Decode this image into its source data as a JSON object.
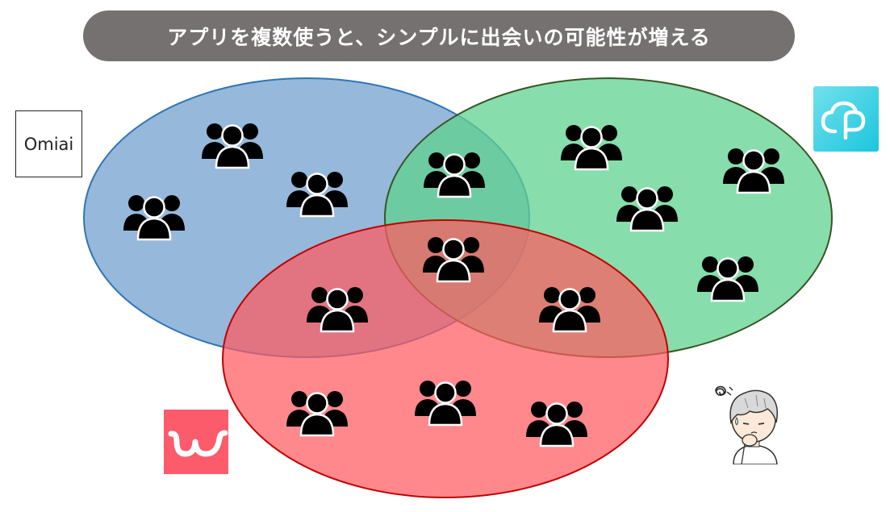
{
  "title": "アプリを複数使うと、シンプルに出会いの可能性が増える",
  "colors": {
    "banner": "#767171",
    "circle_omiai": "#6e9ccc",
    "circle_pairs": "#5fd18f",
    "circle_with": "#ff5a5f",
    "people": "#000000"
  },
  "apps": [
    {
      "name": "Omiai",
      "logo_text": "Omiai",
      "icon": "omiai-logo"
    },
    {
      "name": "Pairs",
      "icon": "pairs-cloud-p-logo"
    },
    {
      "name": "with",
      "icon": "with-w-logo"
    }
  ],
  "venn_sets": [
    "Omiai",
    "Pairs",
    "with"
  ],
  "people_groups": {
    "omiai_only": 3,
    "pairs_only": 4,
    "with_only": 3,
    "omiai_pairs": 1,
    "omiai_with": 1,
    "pairs_with": 1,
    "all_three": 1
  },
  "character": {
    "icon": "worried-person-illustration"
  }
}
